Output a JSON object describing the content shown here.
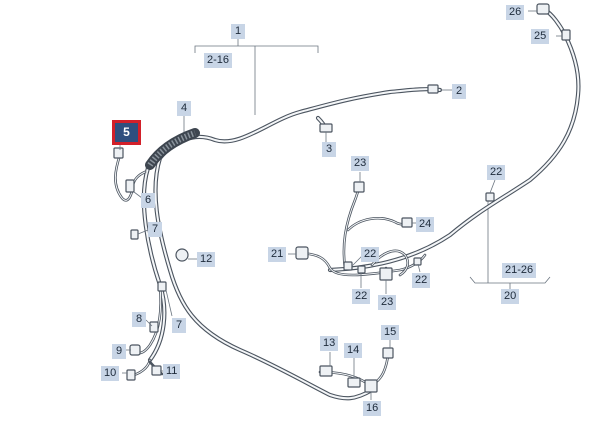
{
  "labels": {
    "l1": "1",
    "l2_16": "2-16",
    "l2": "2",
    "l3": "3",
    "l4": "4",
    "l5": "5",
    "l6": "6",
    "l7a": "7",
    "l7b": "7",
    "l8": "8",
    "l9": "9",
    "l10": "10",
    "l11": "11",
    "l12": "12",
    "l13": "13",
    "l14": "14",
    "l15": "15",
    "l16": "16",
    "l20": "20",
    "l21": "21",
    "l21_26": "21-26",
    "l22a": "22",
    "l22b": "22",
    "l22c": "22",
    "l22d": "22",
    "l23a": "23",
    "l23b": "23",
    "l24": "24",
    "l25": "25",
    "l26": "26"
  },
  "colors": {
    "label_bg": "#c8d5e6",
    "highlight_bg": "#2f4f7f",
    "highlight_border": "#d2202a",
    "wire": "#4c5560"
  }
}
